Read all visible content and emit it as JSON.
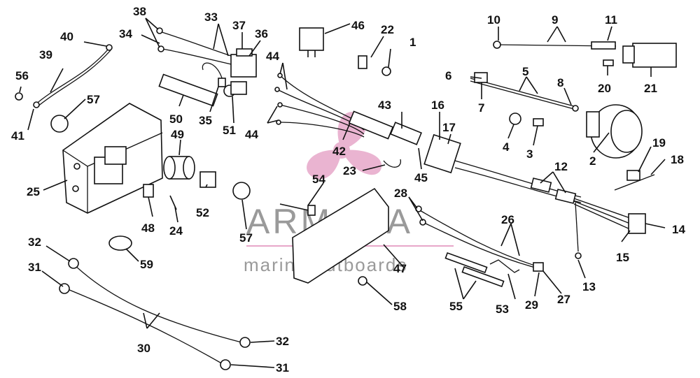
{
  "watermark": {
    "brand": "ARMADA",
    "tagline": "marine outboards",
    "logo_color": "#e7a7c9",
    "text_color": "#9a9a9a"
  },
  "callouts": [
    "1",
    "2",
    "3",
    "4",
    "5",
    "6",
    "7",
    "8",
    "9",
    "10",
    "11",
    "12",
    "13",
    "14",
    "15",
    "16",
    "17",
    "18",
    "19",
    "20",
    "21",
    "22",
    "23",
    "24",
    "25",
    "26",
    "27",
    "28",
    "29",
    "30",
    "31",
    "32",
    "33",
    "34",
    "35",
    "36",
    "37",
    "38",
    "39",
    "40",
    "41",
    "42",
    "43",
    "44",
    "45",
    "46",
    "47",
    "48",
    "49",
    "50",
    "51",
    "52",
    "53",
    "54",
    "55",
    "56",
    "57",
    "58",
    "59"
  ]
}
